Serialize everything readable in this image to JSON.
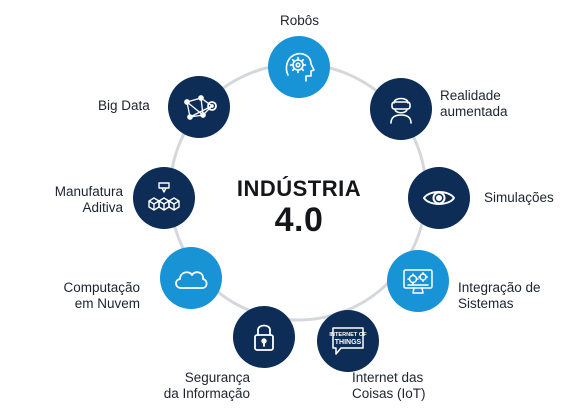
{
  "center": {
    "line1": "INDÚSTRIA",
    "line2": "4.0"
  },
  "colors": {
    "navy": "#0d2d57",
    "blue": "#1893d6",
    "ring": "#d4d7db",
    "text": "#1c2430"
  },
  "nodes": [
    {
      "id": "robos",
      "lines": [
        "Robôs"
      ],
      "color": "#1893d6",
      "icon": "robot-head-gear-icon"
    },
    {
      "id": "realidade",
      "lines": [
        "Realidade",
        "aumentada"
      ],
      "color": "#0d2d57",
      "icon": "vr-headset-person-icon"
    },
    {
      "id": "simulacoes",
      "lines": [
        "Simulações"
      ],
      "color": "#0d2d57",
      "icon": "eye-icon"
    },
    {
      "id": "integracao",
      "lines": [
        "Integração de",
        "Sistemas"
      ],
      "color": "#1893d6",
      "icon": "monitor-gears-icon"
    },
    {
      "id": "iot",
      "lines": [
        "Internet das",
        "Coisas (IoT)"
      ],
      "color": "#0d2d57",
      "icon": "internet-of-things-icon",
      "icon_text": [
        "INTERNET OF",
        "THINGS"
      ]
    },
    {
      "id": "seguranca",
      "lines": [
        "Segurança",
        "da Informação"
      ],
      "color": "#0d2d57",
      "icon": "padlock-icon"
    },
    {
      "id": "nuvem",
      "lines": [
        "Computação",
        "em Nuvem"
      ],
      "color": "#1893d6",
      "icon": "cloud-icon"
    },
    {
      "id": "manufatura",
      "lines": [
        "Manufatura",
        "Aditiva"
      ],
      "color": "#0d2d57",
      "icon": "3d-printer-cubes-icon"
    },
    {
      "id": "bigdata",
      "lines": [
        "Big Data"
      ],
      "color": "#0d2d57",
      "icon": "network-graph-icon"
    }
  ]
}
